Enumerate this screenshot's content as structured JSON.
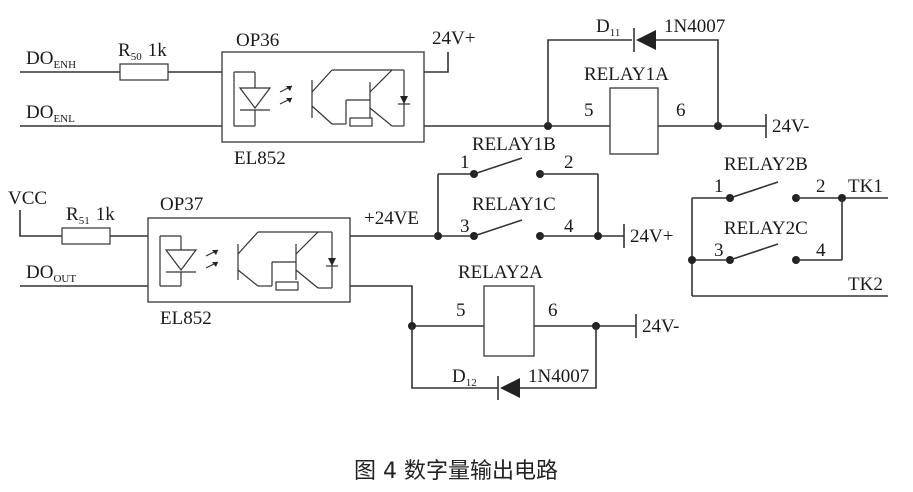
{
  "labels": {
    "do_enh": "DO",
    "do_enh_sub": "ENH",
    "do_enl": "DO",
    "do_enl_sub": "ENL",
    "r50": "R",
    "r50_sub": "50",
    "r50_val": "1k",
    "op36": "OP36",
    "el852_top": "EL852",
    "v24p_top": "24V+",
    "d11": "D",
    "d11_sub": "11",
    "diode_top": "1N4007",
    "relay1a": "RELAY1A",
    "relay1a_pin5": "5",
    "relay1a_pin6": "6",
    "v24m_top": "24V-",
    "relay1b": "RELAY1B",
    "relay1b_pin1": "1",
    "relay1b_pin2": "2",
    "relay1c": "RELAY1C",
    "relay1c_pin3": "3",
    "relay1c_pin4": "4",
    "v24ve": "+24VE",
    "v24p_mid": "24V+",
    "vcc": "VCC",
    "r51": "R",
    "r51_sub": "51",
    "r51_val": "1k",
    "op37": "OP37",
    "do_out": "DO",
    "do_out_sub": "OUT",
    "el852_bottom": "EL852",
    "relay2a": "RELAY2A",
    "relay2a_pin5": "5",
    "relay2a_pin6": "6",
    "v24m_bottom": "24V-",
    "d12": "D",
    "d12_sub": "12",
    "diode_bottom": "1N4007",
    "relay2b": "RELAY2B",
    "relay2b_pin1": "1",
    "relay2b_pin2": "2",
    "relay2c": "RELAY2C",
    "relay2c_pin3": "3",
    "relay2c_pin4": "4",
    "tk1": "TK1",
    "tk2": "TK2"
  },
  "caption": "图 4 数字量输出电路"
}
